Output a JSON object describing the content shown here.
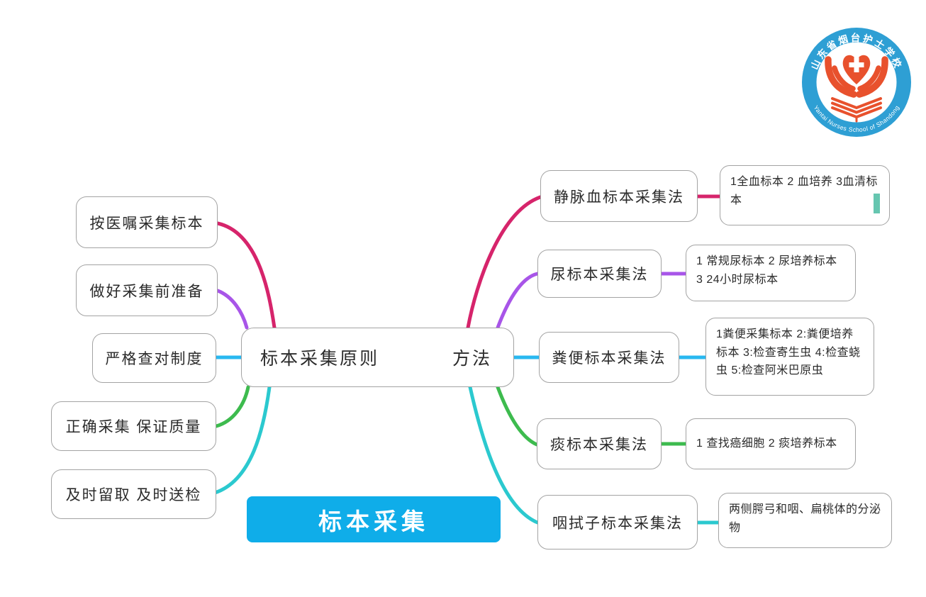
{
  "root": {
    "label": "标本采集"
  },
  "center": {
    "left_label": "标本采集原则",
    "right_label": "方法"
  },
  "principles": [
    {
      "label": "按医嘱采集标本"
    },
    {
      "label": "做好采集前准备"
    },
    {
      "label": "严格查对制度"
    },
    {
      "label": "正确采集 保证质量"
    },
    {
      "label": "及时留取 及时送检"
    }
  ],
  "methods": [
    {
      "label": "静脉血标本采集法",
      "detail": "1全血标本 2 血培养 3血清标本"
    },
    {
      "label": "尿标本采集法",
      "detail": "1 常规尿标本 2 尿培养标本 3 24小时尿标本"
    },
    {
      "label": "粪便标本采集法",
      "detail": "1粪便采集标本 2:粪便培养标本 3:检查寄生虫 4:检查蛲虫 5:检查阿米巴原虫"
    },
    {
      "label": "痰标本采集法",
      "detail": "1 查找癌细胞 2 痰培养标本"
    },
    {
      "label": "咽拭子标本采集法",
      "detail": "两侧腭弓和咽、扁桃体的分泌物"
    }
  ],
  "logo": {
    "top_text": "山东省烟台护士学校",
    "bottom_text": "Yantai Nurses School of Shandong"
  },
  "colors": {
    "crimson": "#d6246b",
    "purple": "#a855e8",
    "blue": "#29b8f0",
    "green": "#3dbb4e",
    "teal": "#2bc9cf",
    "title_bg": "#0fade9",
    "logo_blue": "#2e9fd4",
    "logo_orange": "#e8512d",
    "cursor_teal": "#66c6b0",
    "white": "#ffffff"
  }
}
